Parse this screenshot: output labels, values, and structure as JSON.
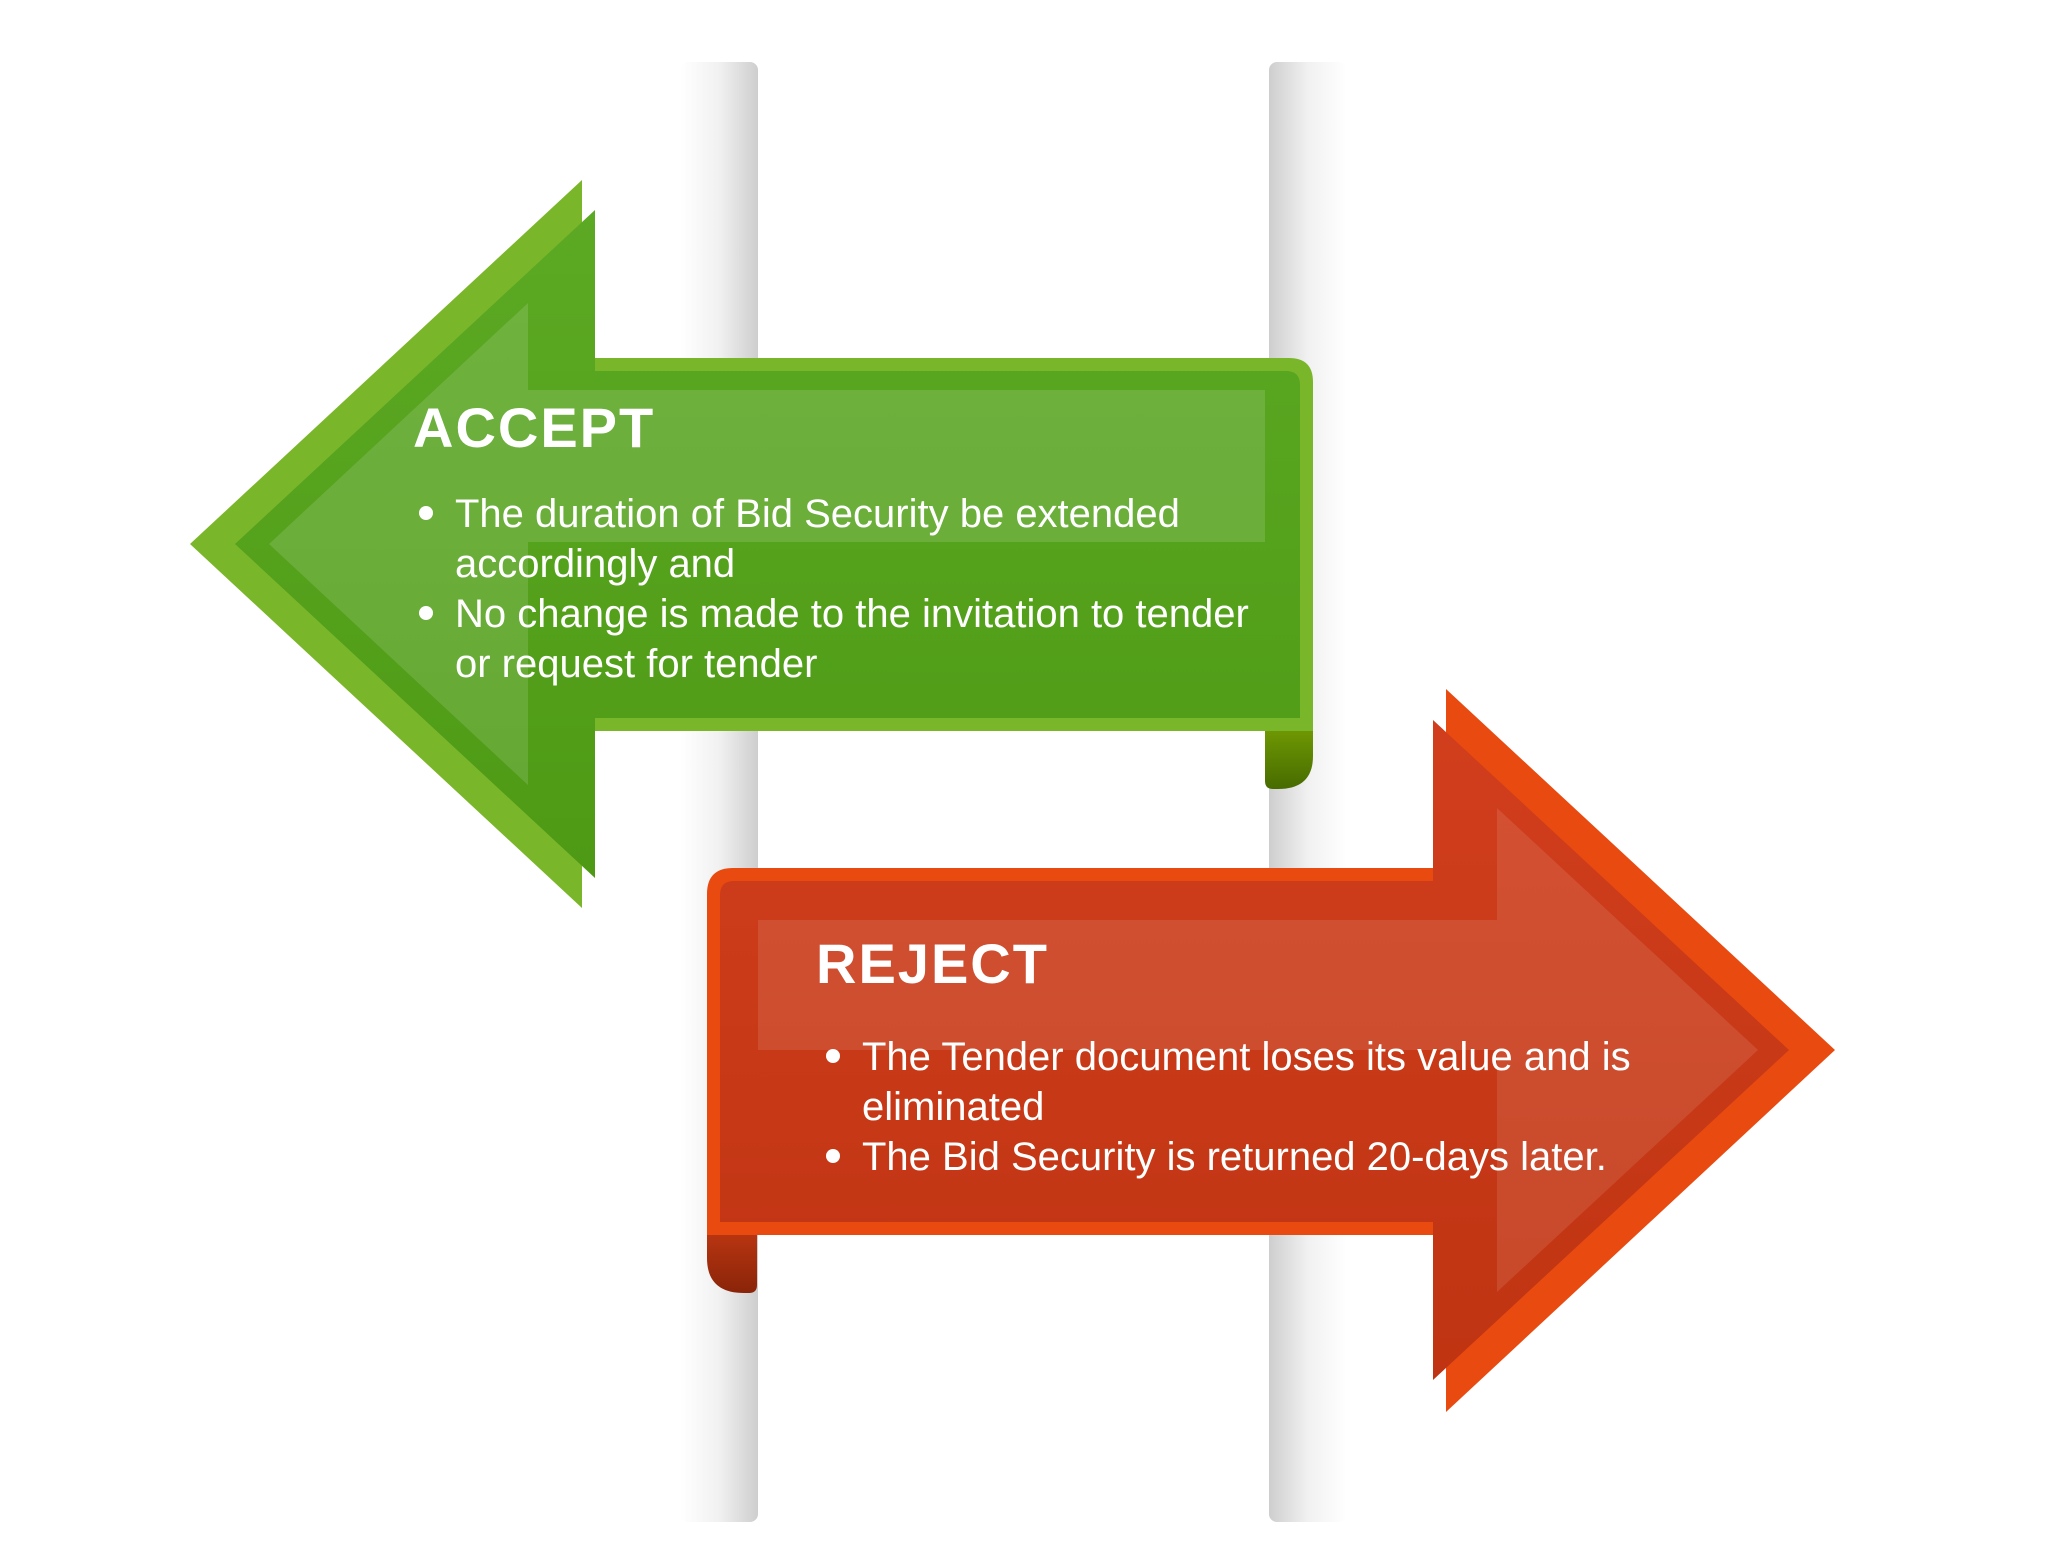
{
  "poles": {
    "light": "#ffffff",
    "mid": "#f1f1f1",
    "dark": "#cecece"
  },
  "accept": {
    "title": "ACCEPT",
    "bullets": [
      {
        "lines": [
          "The duration of Bid Security be extended",
          "accordingly and"
        ]
      },
      {
        "lines": [
          "No change is made to the invitation to tender",
          "or request for tender"
        ]
      }
    ],
    "colors": {
      "edge": "#7ab629",
      "body_top": "#5ca924",
      "body_bottom": "#4e9a15",
      "highlight": "rgba(255,255,255,0.13)",
      "curl_top": "#6e9703",
      "curl_bottom": "#476b00",
      "text": "#ffffff"
    }
  },
  "reject": {
    "title": "REJECT",
    "bullets": [
      {
        "lines": [
          "The Tender document loses its value and is",
          "eliminated"
        ]
      },
      {
        "lines": [
          "The Bid Security is returned 20-days later."
        ]
      }
    ],
    "colors": {
      "edge": "#e94a10",
      "body_top": "#d13e1d",
      "body_bottom": "#bf3412",
      "highlight": "rgba(255,255,255,0.10)",
      "curl_top": "#b73511",
      "curl_bottom": "#8a2409",
      "text": "#ffffff"
    }
  }
}
